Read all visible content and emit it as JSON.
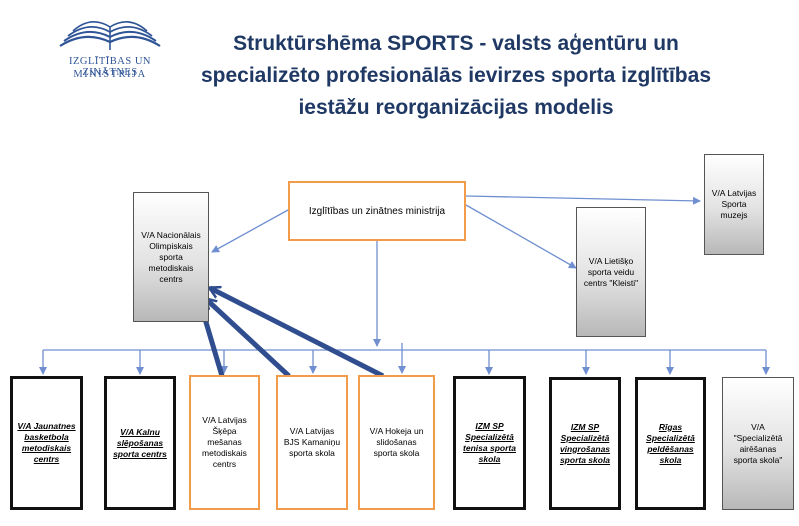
{
  "logo": {
    "line1": "IZGLĪTĪBAS UN ZINĀTNES",
    "line2": "MINISTRIJA"
  },
  "title": "Struktūrshēma SPORTS - valsts aģentūru un specializēto profesionālās ievirzes sporta izglītības iestāžu reorganizācijas modelis",
  "colors": {
    "title": "#1f3864",
    "connector": "#6f8fd0",
    "thick_arrow": "#2f4d8f",
    "orange_border": "#f29b4a",
    "black_border": "#111111"
  },
  "nodes": {
    "ministry": "Izglītības un zinātnes ministrija",
    "olympic": "V/A Nacionālais Olimpiskais sporta metodiskais centrs",
    "museum": "V/A Latvijas Sporta muzejs",
    "kleisti": "V/A Lietišķo sporta veidu centrs \"Kleisti\"",
    "b1": "V/A Jaunatnes basketbola metodiskais centrs",
    "b2": "V/A Kalnu slēpošanas sporta centrs",
    "b3": "V/A Latvijas Šķēpa mešanas metodiskais centrs",
    "b4": "V/A Latvijas BJS Kamaniņu sporta skola",
    "b5": "V/A Hokeja un slidošanas sporta skola",
    "b6": "IZM SP Specializētā tenisa sporta skola",
    "b7": "IZM SP Specializētā vingrošanas sporta skola",
    "b8": "Rīgas Specializētā peldēšanas skola",
    "b9": "V/A \"Specializētā airēšanas sporta skola\""
  }
}
